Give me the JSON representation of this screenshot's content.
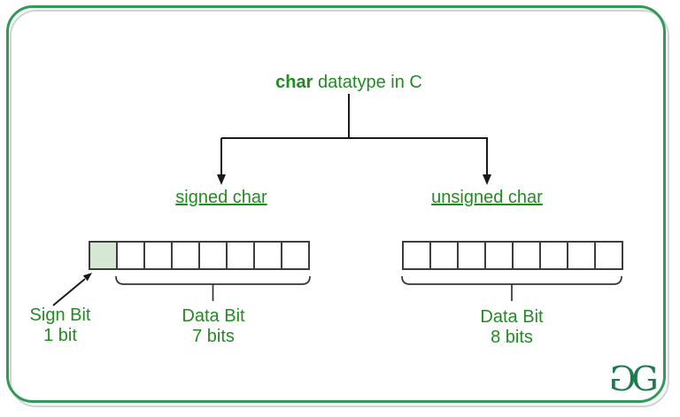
{
  "title": {
    "bold": "char",
    "rest": " datatype in C"
  },
  "branches": {
    "left": "signed char",
    "right": "unsigned char"
  },
  "arrays": {
    "signed": {
      "cells": 8,
      "sign_cells": 1
    },
    "unsigned": {
      "cells": 8,
      "sign_cells": 0
    }
  },
  "labels": {
    "sign_bit": {
      "line1": "Sign Bit",
      "line2": "1 bit"
    },
    "data7": {
      "line1": "Data Bit",
      "line2": "7 bits"
    },
    "data8": {
      "line1": "Data Bit",
      "line2": "8 bits"
    }
  },
  "logo": {
    "g1": "G",
    "g2": "G"
  },
  "colors": {
    "text_green": "#228b22",
    "frame_green": "#2e9b57",
    "frame_shadow_gray": "#d2d2d2",
    "sign_cell_fill": "#d5e8d4",
    "cell_border": "#3d3d3d",
    "line_black": "#1a1a1a",
    "logo_green": "#1e7b4f"
  }
}
